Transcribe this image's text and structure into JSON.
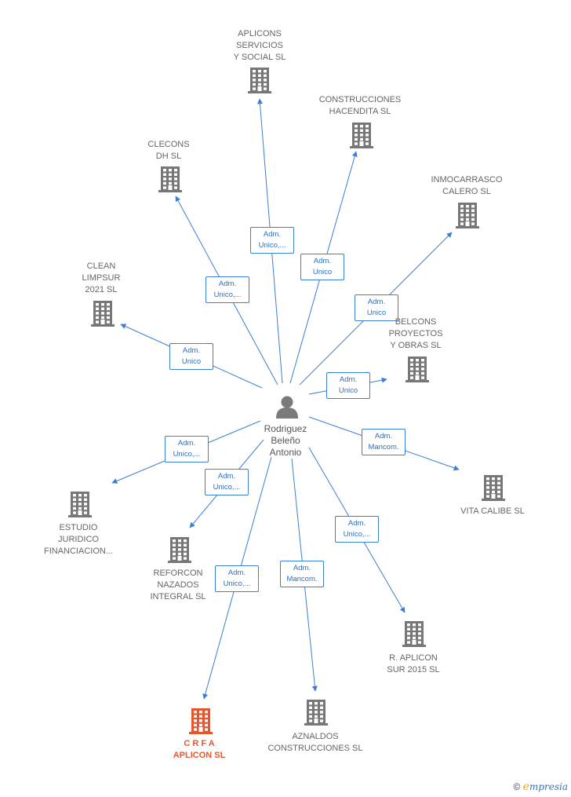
{
  "center": {
    "name": "Rodriguez\nBeleño\nAntonio",
    "icon": "person-icon"
  },
  "colors": {
    "edge": "#3a7fd5",
    "building": "#777777",
    "building_main": "#e4572e",
    "label": "#666666"
  },
  "nodes": [
    {
      "id": "aplicons-servicios",
      "label": "APLICONS\nSERVICIOS\nY SOCIAL  SL",
      "relation": "Adm.\nUnico,...",
      "main": false
    },
    {
      "id": "construcciones-hacendita",
      "label": "CONSTRUCCIONES\nHACENDITA SL",
      "relation": "Adm.\nUnico",
      "main": false
    },
    {
      "id": "clecons-dh",
      "label": "CLECONS\nDH  SL",
      "relation": "Adm.\nUnico,...",
      "main": false
    },
    {
      "id": "inmocarrasco-calero",
      "label": "INMOCARRASCO\nCALERO SL",
      "relation": "Adm.\nUnico",
      "main": false
    },
    {
      "id": "clean-limpsur",
      "label": "CLEAN\nLIMPSUR\n2021  SL",
      "relation": "Adm.\nUnico",
      "main": false
    },
    {
      "id": "belcons-proyectos",
      "label": "BELCONS\nPROYECTOS\nY OBRAS  SL",
      "relation": "Adm.\nUnico",
      "main": false
    },
    {
      "id": "vita-calibe",
      "label": "VITA CALIBE SL",
      "relation": "Adm.\nMancom.",
      "main": false
    },
    {
      "id": "estudio-juridico",
      "label": "ESTUDIO\nJURIDICO\nFINANCIACION...",
      "relation": "Adm.\nUnico,...",
      "main": false
    },
    {
      "id": "reforcon-nazados",
      "label": "REFORCON\nNAZADOS\nINTEGRAL  SL",
      "relation": "Adm.\nUnico,...",
      "main": false
    },
    {
      "id": "r-aplicon-sur",
      "label": "R.  APLICON\nSUR 2015  SL",
      "relation": "Adm.\nUnico,...",
      "main": false
    },
    {
      "id": "crfa-aplicon",
      "label": "C R F A\nAPLICON  SL",
      "relation": "Adm.\nUnico,...",
      "main": true
    },
    {
      "id": "aznaldos-construcciones",
      "label": "AZNALDOS\nCONSTRUCCIONES SL",
      "relation": "Adm.\nMancom.",
      "main": false
    }
  ],
  "footer": {
    "copyright": "©",
    "brand_initial": "e",
    "brand_rest": "mpresia"
  }
}
